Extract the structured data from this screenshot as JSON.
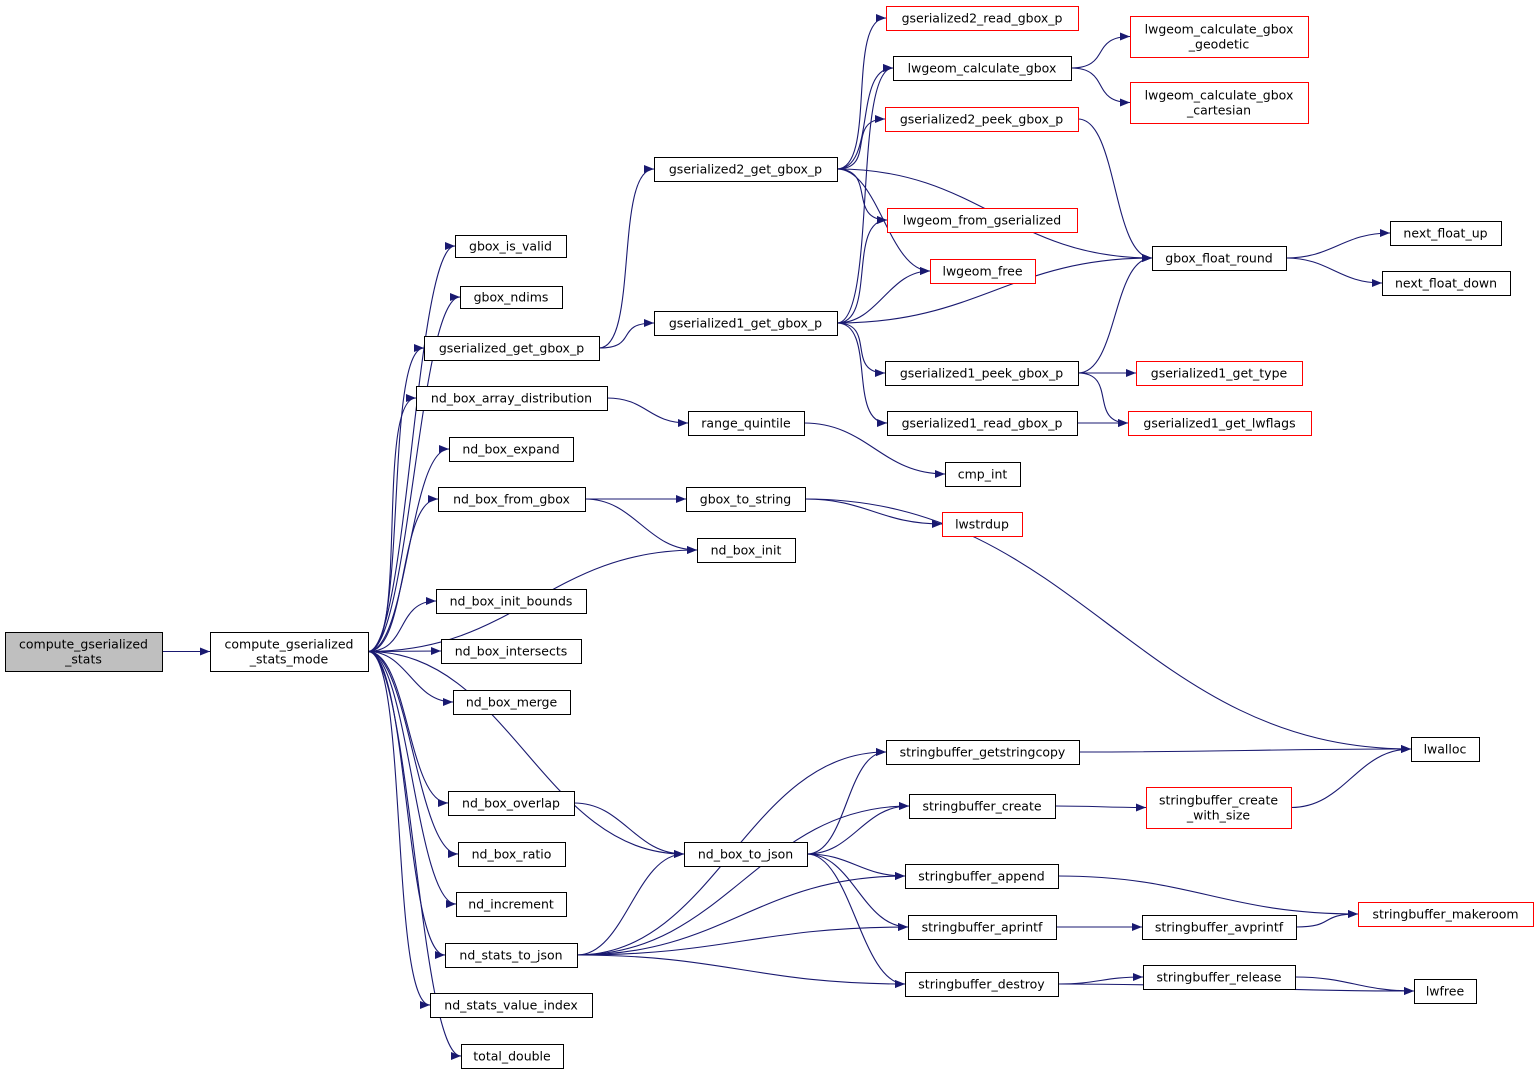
{
  "colors": {
    "edge": "#191970",
    "normal_border": "#000000",
    "red_border": "#ff0000",
    "focus_fill": "#bfbfbf",
    "node_fill": "#ffffff"
  },
  "nodes": [
    {
      "id": "compute_gserialized_stats",
      "lines": [
        "compute_gserialized",
        "_stats"
      ],
      "style": "focus"
    },
    {
      "id": "compute_gserialized_stats_mode",
      "lines": [
        "compute_gserialized",
        "_stats_mode"
      ],
      "style": "normal"
    },
    {
      "id": "gbox_is_valid",
      "lines": [
        "gbox_is_valid"
      ],
      "style": "normal"
    },
    {
      "id": "gbox_ndims",
      "lines": [
        "gbox_ndims"
      ],
      "style": "normal"
    },
    {
      "id": "gserialized_get_gbox_p",
      "lines": [
        "gserialized_get_gbox_p"
      ],
      "style": "normal"
    },
    {
      "id": "nd_box_array_distribution",
      "lines": [
        "nd_box_array_distribution"
      ],
      "style": "normal"
    },
    {
      "id": "nd_box_expand",
      "lines": [
        "nd_box_expand"
      ],
      "style": "normal"
    },
    {
      "id": "nd_box_from_gbox",
      "lines": [
        "nd_box_from_gbox"
      ],
      "style": "normal"
    },
    {
      "id": "nd_box_init",
      "lines": [
        "nd_box_init"
      ],
      "style": "normal"
    },
    {
      "id": "nd_box_init_bounds",
      "lines": [
        "nd_box_init_bounds"
      ],
      "style": "normal"
    },
    {
      "id": "nd_box_intersects",
      "lines": [
        "nd_box_intersects"
      ],
      "style": "normal"
    },
    {
      "id": "nd_box_merge",
      "lines": [
        "nd_box_merge"
      ],
      "style": "normal"
    },
    {
      "id": "nd_box_overlap",
      "lines": [
        "nd_box_overlap"
      ],
      "style": "normal"
    },
    {
      "id": "nd_box_ratio",
      "lines": [
        "nd_box_ratio"
      ],
      "style": "normal"
    },
    {
      "id": "nd_increment",
      "lines": [
        "nd_increment"
      ],
      "style": "normal"
    },
    {
      "id": "nd_stats_to_json",
      "lines": [
        "nd_stats_to_json"
      ],
      "style": "normal"
    },
    {
      "id": "nd_stats_value_index",
      "lines": [
        "nd_stats_value_index"
      ],
      "style": "normal"
    },
    {
      "id": "total_double",
      "lines": [
        "total_double"
      ],
      "style": "normal"
    },
    {
      "id": "gserialized2_get_gbox_p",
      "lines": [
        "gserialized2_get_gbox_p"
      ],
      "style": "normal"
    },
    {
      "id": "gserialized1_get_gbox_p",
      "lines": [
        "gserialized1_get_gbox_p"
      ],
      "style": "normal"
    },
    {
      "id": "range_quintile",
      "lines": [
        "range_quintile"
      ],
      "style": "normal"
    },
    {
      "id": "gbox_to_string",
      "lines": [
        "gbox_to_string"
      ],
      "style": "normal"
    },
    {
      "id": "nd_box_to_json",
      "lines": [
        "nd_box_to_json"
      ],
      "style": "normal"
    },
    {
      "id": "gserialized2_read_gbox_p",
      "lines": [
        "gserialized2_read_gbox_p"
      ],
      "style": "red"
    },
    {
      "id": "lwgeom_calculate_gbox",
      "lines": [
        "lwgeom_calculate_gbox"
      ],
      "style": "normal"
    },
    {
      "id": "gserialized2_peek_gbox_p",
      "lines": [
        "gserialized2_peek_gbox_p"
      ],
      "style": "red"
    },
    {
      "id": "lwgeom_from_gserialized",
      "lines": [
        "lwgeom_from_gserialized"
      ],
      "style": "red"
    },
    {
      "id": "lwgeom_free",
      "lines": [
        "lwgeom_free"
      ],
      "style": "red"
    },
    {
      "id": "gserialized1_peek_gbox_p",
      "lines": [
        "gserialized1_peek_gbox_p"
      ],
      "style": "normal"
    },
    {
      "id": "gserialized1_read_gbox_p",
      "lines": [
        "gserialized1_read_gbox_p"
      ],
      "style": "normal"
    },
    {
      "id": "cmp_int",
      "lines": [
        "cmp_int"
      ],
      "style": "normal"
    },
    {
      "id": "lwstrdup",
      "lines": [
        "lwstrdup"
      ],
      "style": "red"
    },
    {
      "id": "stringbuffer_getstringcopy",
      "lines": [
        "stringbuffer_getstringcopy"
      ],
      "style": "normal"
    },
    {
      "id": "stringbuffer_create",
      "lines": [
        "stringbuffer_create"
      ],
      "style": "normal"
    },
    {
      "id": "stringbuffer_append",
      "lines": [
        "stringbuffer_append"
      ],
      "style": "normal"
    },
    {
      "id": "stringbuffer_aprintf",
      "lines": [
        "stringbuffer_aprintf"
      ],
      "style": "normal"
    },
    {
      "id": "stringbuffer_destroy",
      "lines": [
        "stringbuffer_destroy"
      ],
      "style": "normal"
    },
    {
      "id": "lwgeom_calculate_gbox_geodetic",
      "lines": [
        "lwgeom_calculate_gbox",
        "_geodetic"
      ],
      "style": "red"
    },
    {
      "id": "lwgeom_calculate_gbox_cartesian",
      "lines": [
        "lwgeom_calculate_gbox",
        "_cartesian"
      ],
      "style": "red"
    },
    {
      "id": "gbox_float_round",
      "lines": [
        "gbox_float_round"
      ],
      "style": "normal"
    },
    {
      "id": "gserialized1_get_type",
      "lines": [
        "gserialized1_get_type"
      ],
      "style": "red"
    },
    {
      "id": "gserialized1_get_lwflags",
      "lines": [
        "gserialized1_get_lwflags"
      ],
      "style": "red"
    },
    {
      "id": "stringbuffer_create_with_size",
      "lines": [
        "stringbuffer_create",
        "_with_size"
      ],
      "style": "red"
    },
    {
      "id": "stringbuffer_avprintf",
      "lines": [
        "stringbuffer_avprintf"
      ],
      "style": "normal"
    },
    {
      "id": "stringbuffer_release",
      "lines": [
        "stringbuffer_release"
      ],
      "style": "normal"
    },
    {
      "id": "next_float_up",
      "lines": [
        "next_float_up"
      ],
      "style": "normal"
    },
    {
      "id": "next_float_down",
      "lines": [
        "next_float_down"
      ],
      "style": "normal"
    },
    {
      "id": "lwalloc",
      "lines": [
        "lwalloc"
      ],
      "style": "normal"
    },
    {
      "id": "stringbuffer_makeroom",
      "lines": [
        "stringbuffer_makeroom"
      ],
      "style": "red"
    },
    {
      "id": "lwfree",
      "lines": [
        "lwfree"
      ],
      "style": "normal"
    }
  ],
  "edges": [
    [
      "compute_gserialized_stats",
      "compute_gserialized_stats_mode"
    ],
    [
      "compute_gserialized_stats_mode",
      "gbox_is_valid"
    ],
    [
      "compute_gserialized_stats_mode",
      "gbox_ndims"
    ],
    [
      "compute_gserialized_stats_mode",
      "gserialized_get_gbox_p"
    ],
    [
      "compute_gserialized_stats_mode",
      "nd_box_array_distribution"
    ],
    [
      "compute_gserialized_stats_mode",
      "nd_box_expand"
    ],
    [
      "compute_gserialized_stats_mode",
      "nd_box_from_gbox"
    ],
    [
      "compute_gserialized_stats_mode",
      "nd_box_init"
    ],
    [
      "compute_gserialized_stats_mode",
      "nd_box_init_bounds"
    ],
    [
      "compute_gserialized_stats_mode",
      "nd_box_intersects"
    ],
    [
      "compute_gserialized_stats_mode",
      "nd_box_merge"
    ],
    [
      "compute_gserialized_stats_mode",
      "nd_box_overlap"
    ],
    [
      "compute_gserialized_stats_mode",
      "nd_box_ratio"
    ],
    [
      "compute_gserialized_stats_mode",
      "nd_increment"
    ],
    [
      "compute_gserialized_stats_mode",
      "nd_stats_to_json"
    ],
    [
      "compute_gserialized_stats_mode",
      "nd_stats_value_index"
    ],
    [
      "compute_gserialized_stats_mode",
      "total_double"
    ],
    [
      "compute_gserialized_stats_mode",
      "nd_box_to_json"
    ],
    [
      "gserialized_get_gbox_p",
      "gserialized2_get_gbox_p"
    ],
    [
      "gserialized_get_gbox_p",
      "gserialized1_get_gbox_p"
    ],
    [
      "gserialized2_get_gbox_p",
      "gserialized2_read_gbox_p"
    ],
    [
      "gserialized2_get_gbox_p",
      "lwgeom_calculate_gbox"
    ],
    [
      "gserialized2_get_gbox_p",
      "gserialized2_peek_gbox_p"
    ],
    [
      "gserialized2_get_gbox_p",
      "lwgeom_from_gserialized"
    ],
    [
      "gserialized2_get_gbox_p",
      "lwgeom_free"
    ],
    [
      "gserialized2_get_gbox_p",
      "gbox_float_round"
    ],
    [
      "gserialized1_get_gbox_p",
      "lwgeom_calculate_gbox"
    ],
    [
      "gserialized1_get_gbox_p",
      "lwgeom_from_gserialized"
    ],
    [
      "gserialized1_get_gbox_p",
      "lwgeom_free"
    ],
    [
      "gserialized1_get_gbox_p",
      "gserialized1_peek_gbox_p"
    ],
    [
      "gserialized1_get_gbox_p",
      "gserialized1_read_gbox_p"
    ],
    [
      "gserialized1_get_gbox_p",
      "gbox_float_round"
    ],
    [
      "lwgeom_calculate_gbox",
      "lwgeom_calculate_gbox_geodetic"
    ],
    [
      "lwgeom_calculate_gbox",
      "lwgeom_calculate_gbox_cartesian"
    ],
    [
      "gserialized2_peek_gbox_p",
      "gbox_float_round"
    ],
    [
      "gserialized1_peek_gbox_p",
      "gbox_float_round"
    ],
    [
      "gserialized1_peek_gbox_p",
      "gserialized1_get_type"
    ],
    [
      "gserialized1_peek_gbox_p",
      "gserialized1_get_lwflags"
    ],
    [
      "gserialized1_read_gbox_p",
      "gserialized1_get_lwflags"
    ],
    [
      "gbox_float_round",
      "next_float_up"
    ],
    [
      "gbox_float_round",
      "next_float_down"
    ],
    [
      "nd_box_array_distribution",
      "range_quintile"
    ],
    [
      "range_quintile",
      "cmp_int"
    ],
    [
      "nd_box_from_gbox",
      "gbox_to_string"
    ],
    [
      "nd_box_from_gbox",
      "nd_box_init"
    ],
    [
      "gbox_to_string",
      "lwstrdup"
    ],
    [
      "gbox_to_string",
      "lwalloc"
    ],
    [
      "nd_box_overlap",
      "nd_box_to_json"
    ],
    [
      "nd_stats_to_json",
      "nd_box_to_json"
    ],
    [
      "nd_stats_to_json",
      "stringbuffer_getstringcopy"
    ],
    [
      "nd_stats_to_json",
      "stringbuffer_create"
    ],
    [
      "nd_stats_to_json",
      "stringbuffer_append"
    ],
    [
      "nd_stats_to_json",
      "stringbuffer_aprintf"
    ],
    [
      "nd_stats_to_json",
      "stringbuffer_destroy"
    ],
    [
      "nd_box_to_json",
      "stringbuffer_getstringcopy"
    ],
    [
      "nd_box_to_json",
      "stringbuffer_create"
    ],
    [
      "nd_box_to_json",
      "stringbuffer_append"
    ],
    [
      "nd_box_to_json",
      "stringbuffer_aprintf"
    ],
    [
      "nd_box_to_json",
      "stringbuffer_destroy"
    ],
    [
      "stringbuffer_getstringcopy",
      "lwalloc"
    ],
    [
      "stringbuffer_create",
      "stringbuffer_create_with_size"
    ],
    [
      "stringbuffer_create_with_size",
      "lwalloc"
    ],
    [
      "stringbuffer_append",
      "stringbuffer_makeroom"
    ],
    [
      "stringbuffer_aprintf",
      "stringbuffer_avprintf"
    ],
    [
      "stringbuffer_avprintf",
      "stringbuffer_makeroom"
    ],
    [
      "stringbuffer_destroy",
      "stringbuffer_release"
    ],
    [
      "stringbuffer_destroy",
      "lwfree"
    ],
    [
      "stringbuffer_release",
      "lwfree"
    ]
  ]
}
